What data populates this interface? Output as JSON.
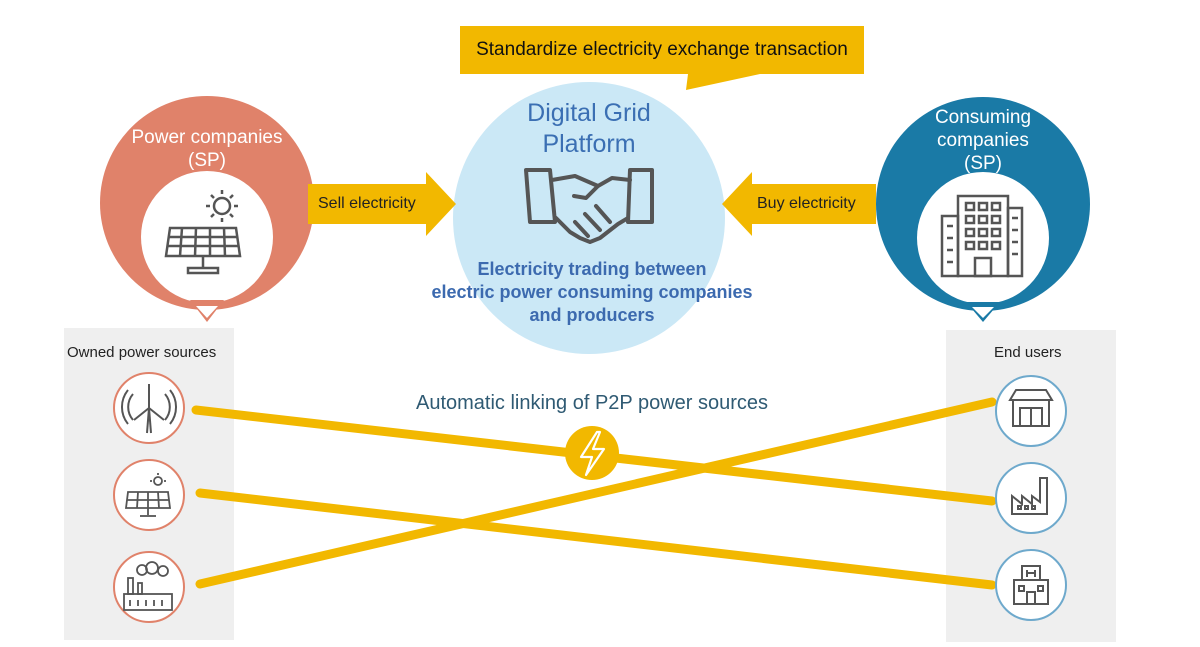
{
  "callout": {
    "text": "Standardize electricity exchange transaction"
  },
  "left_company": {
    "title_line1": "Power companies",
    "title_line2": "(SP)"
  },
  "right_company": {
    "title_line1": "Consuming",
    "title_line2": "companies",
    "title_line3": "(SP)"
  },
  "platform": {
    "title_line1": "Digital Grid",
    "title_line2": "Platform",
    "desc_line1": "Electricity trading between",
    "desc_line2": "electric power consuming companies",
    "desc_line3": "and producers"
  },
  "arrows": {
    "sell": "Sell electricity",
    "buy": "Buy electricity"
  },
  "owned_sources": {
    "label": "Owned power sources",
    "icons": [
      "wind-turbine-icon",
      "solar-panel-icon",
      "power-plant-icon"
    ]
  },
  "end_users": {
    "label": "End users",
    "icons": [
      "store-icon",
      "factory-icon",
      "hospital-icon"
    ]
  },
  "linking": {
    "label": "Automatic linking of P2P power sources"
  },
  "colors": {
    "accent_yellow": "#f2b800",
    "salmon": "#e0826a",
    "teal": "#1a7aa6",
    "light_blue": "#cbe8f6",
    "panel_gray": "#efefef"
  }
}
